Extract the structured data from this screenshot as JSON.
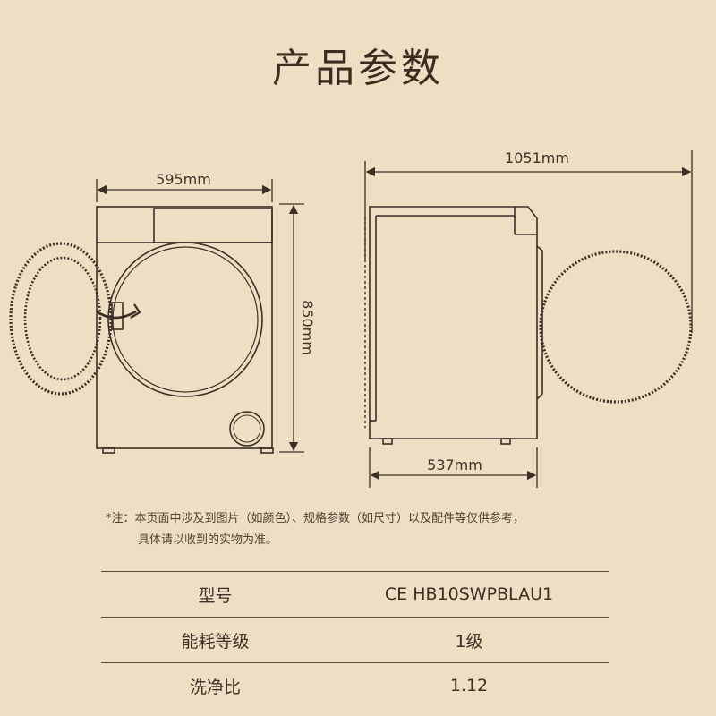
{
  "title": "产品参数",
  "dimensions": {
    "front_width": "595mm",
    "height": "850mm",
    "depth_open": "1051mm",
    "depth": "537mm"
  },
  "note": {
    "line1": "*注：本页面中涉及到图片（如颜色）、规格参数（如尺寸）以及配件等仅供参考，",
    "line2": "具体请以收到的实物为准。"
  },
  "specs": [
    {
      "label": "型号",
      "value": "CE HB10SWPBLAU1"
    },
    {
      "label": "能耗等级",
      "value": "1级"
    },
    {
      "label": "洗净比",
      "value": "1.12"
    }
  ],
  "colors": {
    "background": "#eedfc4",
    "line": "#3b2f26"
  }
}
